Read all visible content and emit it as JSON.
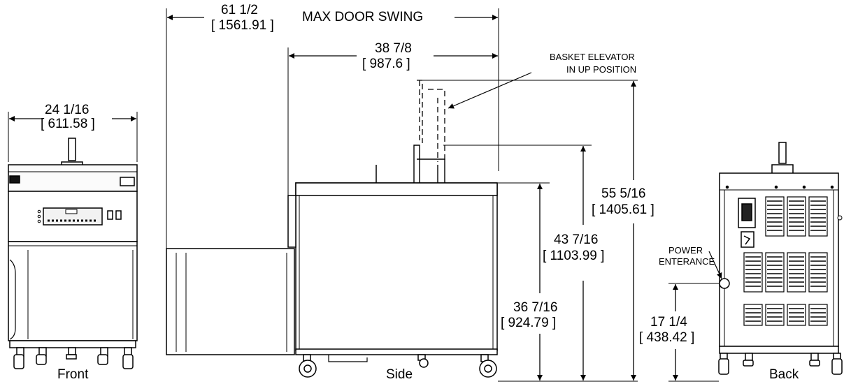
{
  "dimensions": {
    "front_width": {
      "imperial": "24 1/16",
      "metric": "[ 611.58 ]"
    },
    "door_swing": {
      "imperial": "61 1/2",
      "metric": "[ 1561.91 ]",
      "label": "MAX DOOR SWING"
    },
    "side_depth": {
      "imperial": "38 7/8",
      "metric": "[ 987.6 ]"
    },
    "elevator_up_height": {
      "imperial": "55 5/16",
      "metric": "[ 1405.61 ]"
    },
    "elevator_down_height": {
      "imperial": "43 7/16",
      "metric": "[ 1103.99 ]"
    },
    "work_height": {
      "imperial": "36 7/16",
      "metric": "[ 924.79 ]"
    },
    "power_entry_height": {
      "imperial": "17 1/4",
      "metric": "[ 438.42 ]"
    }
  },
  "notes": {
    "basket_elevator_line1": "BASKET ELEVATOR",
    "basket_elevator_line2": "IN UP POSITION",
    "power_line1": "POWER",
    "power_line2": "ENTERANCE"
  },
  "views": {
    "front": "Front",
    "side": "Side",
    "back": "Back"
  },
  "colors": {
    "line": "#000000",
    "panel": "#f4f4f4",
    "dark": "#111111"
  }
}
